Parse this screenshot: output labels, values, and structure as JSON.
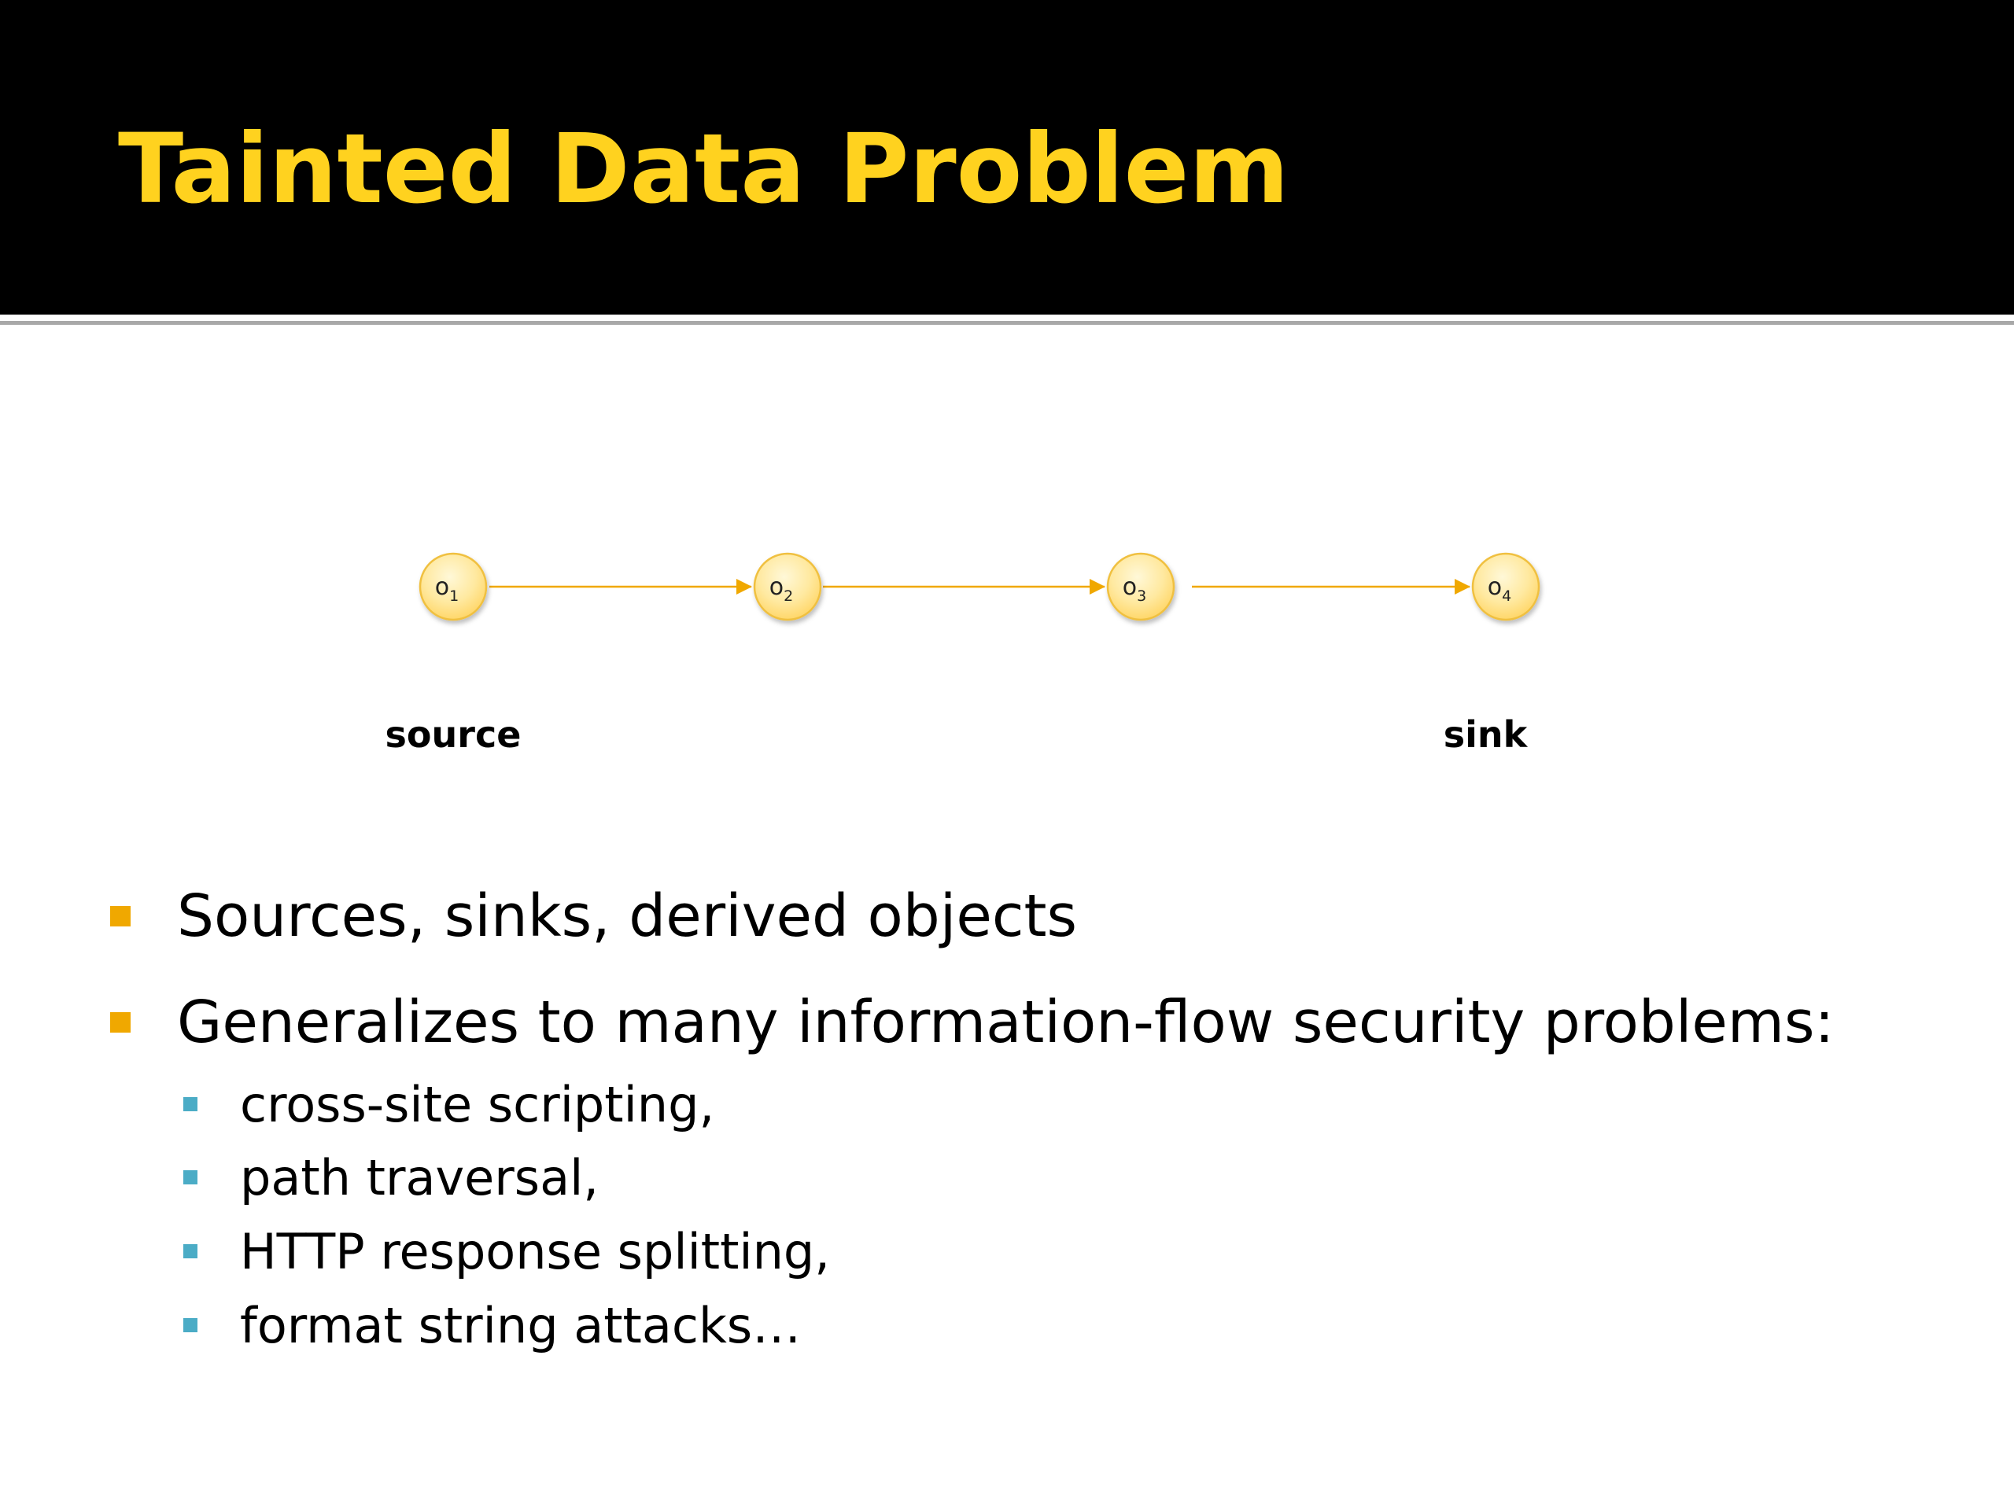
{
  "slide": {
    "title": "Tainted Data Problem",
    "colors": {
      "title_text": "#ffd21f",
      "title_bar": "#000000",
      "node_fill": "#ffe9a0",
      "node_stroke": "#f0c040",
      "arrow": "#f0a800",
      "bullet_level1": "#f0a800",
      "bullet_level2": "#4bacc6"
    }
  },
  "diagram": {
    "nodes": [
      {
        "letter": "o",
        "subscript": "1"
      },
      {
        "letter": "o",
        "subscript": "2"
      },
      {
        "letter": "o",
        "subscript": "3"
      },
      {
        "letter": "o",
        "subscript": "4"
      }
    ],
    "source_label": "source",
    "sink_label": "sink"
  },
  "bullets": [
    {
      "level": 1,
      "text": "Sources, sinks, derived objects"
    },
    {
      "level": 1,
      "text": "Generalizes to many information-flow security problems:"
    },
    {
      "level": 2,
      "text": "cross-site scripting,"
    },
    {
      "level": 2,
      "text": "path traversal,"
    },
    {
      "level": 2,
      "text": "HTTP response splitting,"
    },
    {
      "level": 2,
      "text": "format string attacks…"
    }
  ]
}
